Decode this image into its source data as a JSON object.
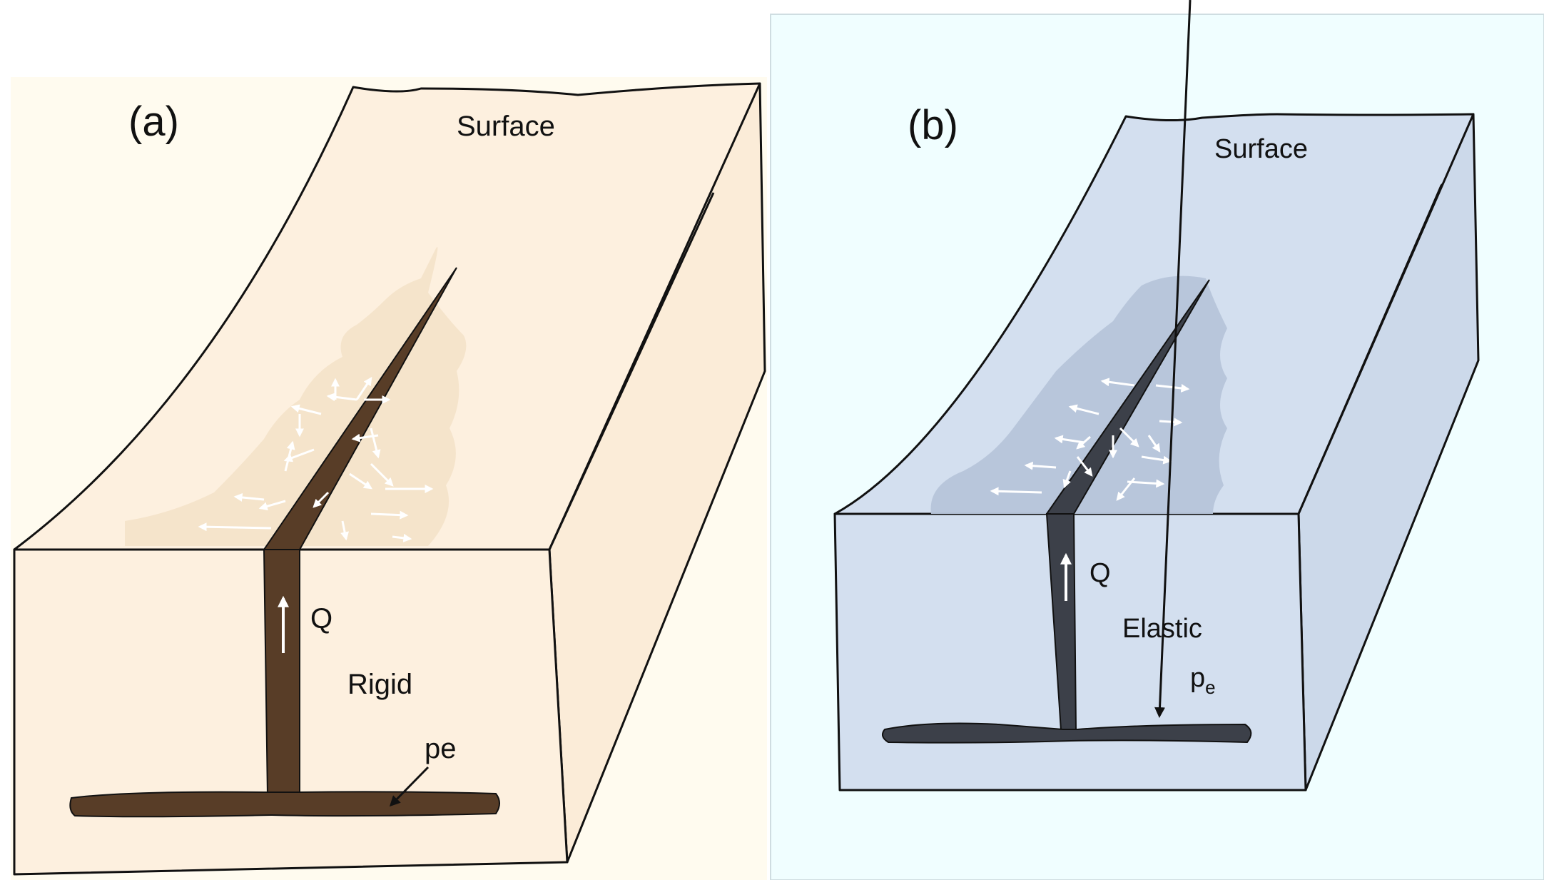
{
  "panel_a": {
    "label": "(a)",
    "surface_label": "Surface",
    "flow_label": "Q",
    "medium_label": "Rigid",
    "pressure_label": "pe",
    "colors": {
      "background": "#fffbef",
      "block_face": "#fdf0df",
      "halo": "#f4e3c9",
      "dike": "#583d27"
    }
  },
  "panel_b": {
    "label": "(b)",
    "surface_label": "Surface",
    "flow_label": "Q",
    "medium_label": "Elastic",
    "pressure_label": "p",
    "pressure_subscript": "e",
    "colors": {
      "background": "#f0feff",
      "block_face": "#d3dfef",
      "halo": "#b6c4d9",
      "dike": "#3c4049"
    }
  }
}
